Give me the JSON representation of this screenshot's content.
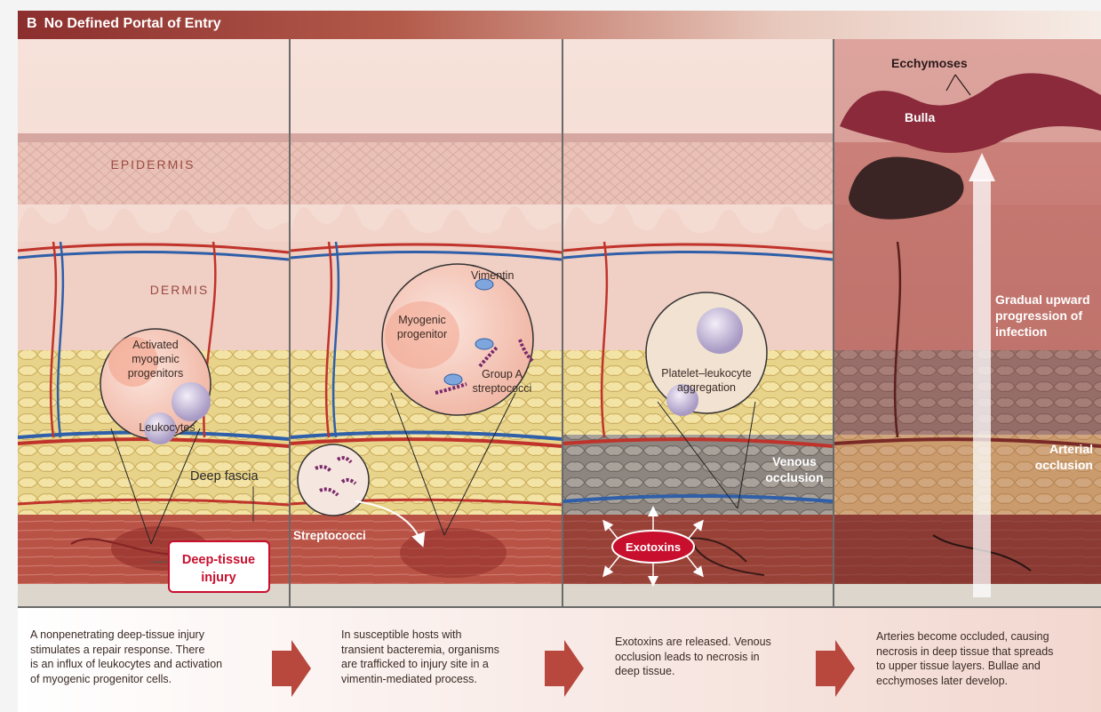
{
  "header": {
    "panel_letter": "B",
    "title": "No Defined Portal of Entry"
  },
  "layers": {
    "epidermis": "EPIDERMIS",
    "dermis": "DERMIS"
  },
  "panel1": {
    "inset": [
      "Activated",
      "myogenic",
      "progenitors",
      "Leukocytes"
    ],
    "deep_fascia": "Deep fascia",
    "injury": [
      "Deep-tissue",
      "injury"
    ],
    "caption": [
      "A nonpenetrating deep-tissue injury",
      "stimulates a repair response. There",
      "is an influx of leukocytes and activation",
      "of myogenic progenitor cells."
    ]
  },
  "panel2": {
    "vimentin": "Vimentin",
    "myogenic": [
      "Myogenic",
      "progenitor"
    ],
    "group_a": [
      "Group A",
      "streptococci"
    ],
    "streptococci": "Streptococci",
    "caption": [
      "In susceptible hosts with",
      "transient bacteremia, organisms",
      "are trafficked to injury site in a",
      "vimentin-mediated process."
    ]
  },
  "panel3": {
    "platelet": [
      "Platelet–leukocyte",
      "aggregation"
    ],
    "venous": [
      "Venous",
      "occlusion"
    ],
    "exotoxins": "Exotoxins",
    "caption": [
      "Exotoxins are released. Venous",
      "occlusion leads to necrosis in",
      "deep tissue."
    ]
  },
  "panel4": {
    "ecchymoses": "Ecchymoses",
    "bulla": "Bulla",
    "gradual": [
      "Gradual upward",
      "progression of",
      "infection"
    ],
    "arterial": [
      "Arterial",
      "occlusion"
    ],
    "caption": [
      "Arteries become occluded, causing",
      "necrosis in deep tissue that spreads",
      "to upper tissue layers. Bullae and",
      "ecchymoses later develop."
    ]
  },
  "colors": {
    "header_red": "#8b2e2e",
    "artery_red": "#c0332b",
    "vein_blue": "#2e5fa8",
    "injury_red": "#c8102e",
    "muscle": "#b0433a"
  }
}
